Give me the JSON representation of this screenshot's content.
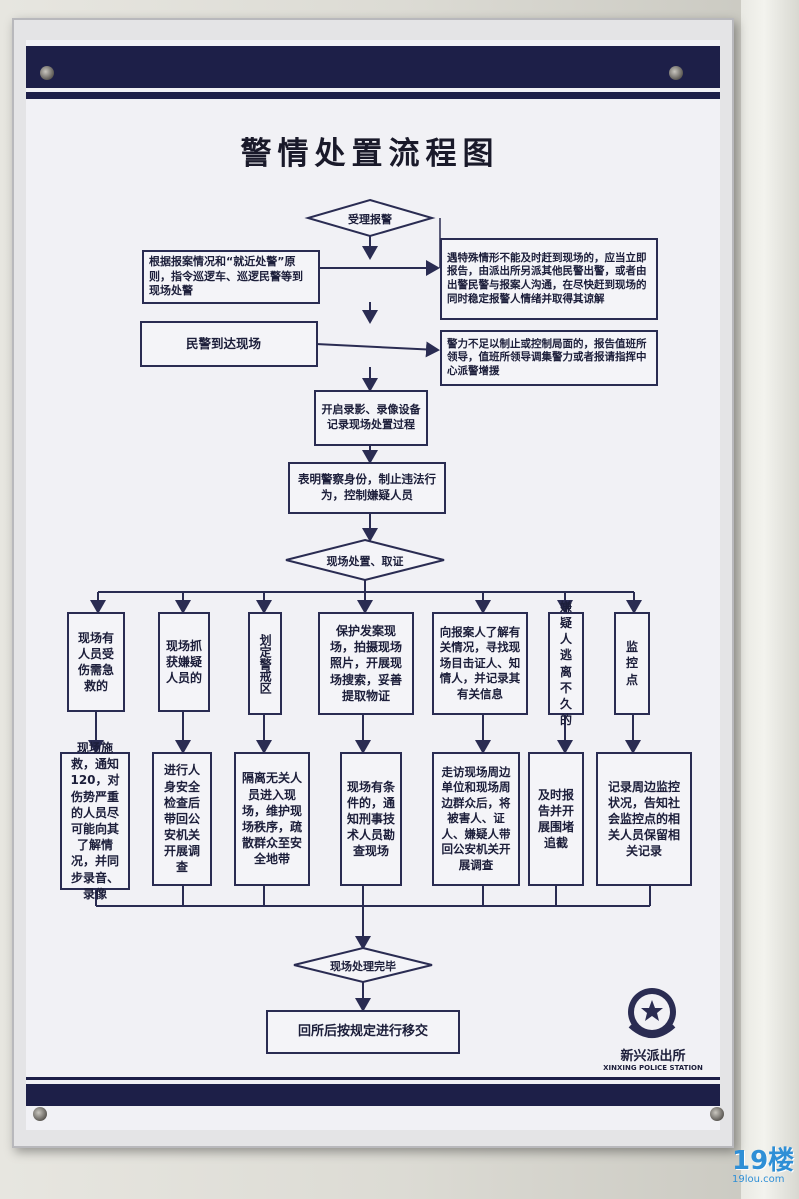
{
  "title": "警情处置流程图",
  "start": "受理报警",
  "step1": "根据报案情况和“就近处警”原则，指令巡逻车、巡逻民警等到现场处警",
  "side1": "遇特殊情形不能及时赶到现场的，应当立即报告，由派出所另派其他民警出警，或者由出警民警与报案人沟通，在尽快赶到现场的同时稳定报警人情绪并取得其谅解",
  "step2": "民警到达现场",
  "side2": "警力不足以制止或控制局面的，报告值班所领导，值班所领导调集警力或者报请指挥中心派警增援",
  "step3": "开启录影、录像设备记录现场处置过程",
  "step4": "表明警察身份，制止违法行为，控制嫌疑人员",
  "decision": "现场处置、取证",
  "branches": [
    {
      "case": "现场有人员受伤需急救的",
      "action": "现场施救，通知120，对伤势严重的人员尽可能向其了解情况，并同步录音、录像"
    },
    {
      "case": "现场抓获嫌疑人员的",
      "action": "进行人身安全检查后带回公安机关开展调查"
    },
    {
      "case": "划定警戒区",
      "action": "隔离无关人员进入现场，维护现场秩序，疏散群众至安全地带"
    },
    {
      "case": "保护发案现场，拍摄现场照片，开展现场搜索，妥善提取物证",
      "action": "现场有条件的，通知刑事技术人员勘查现场"
    },
    {
      "case": "向报案人了解有关情况，寻找现场目击证人、知情人，并记录其有关信息",
      "action": "走访现场周边单位和现场周边群众后，将被害人、证人、嫌疑人带回公安机关开展调查"
    },
    {
      "case": "嫌疑人逃离不久的",
      "action": "及时报告并开展围堵追截"
    },
    {
      "case": "监控点",
      "action": "记录周边监控状况，告知社会监控点的相关人员保留相关记录"
    }
  ],
  "end": "现场处理完毕",
  "final": "回所后按规定进行移交",
  "station_cn": "新兴派出所",
  "station_en": "XINXING POLICE STATION",
  "watermark_big": "19楼",
  "watermark_small": "19lou.com",
  "colors": {
    "navy": "#1d1f48",
    "line": "#2a2c52",
    "poster": "#f1f1f5",
    "watermark": "#2f8fd6"
  }
}
